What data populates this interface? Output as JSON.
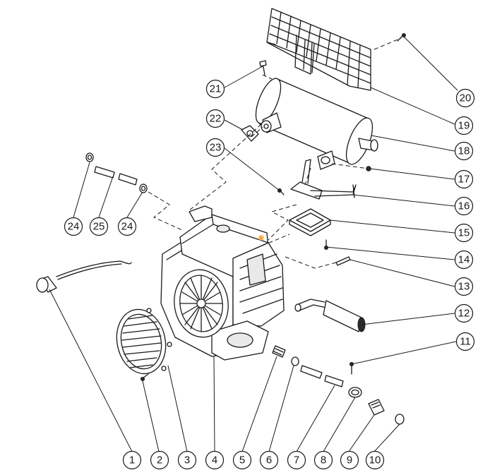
{
  "callouts": [
    {
      "n": "1"
    },
    {
      "n": "2"
    },
    {
      "n": "3"
    },
    {
      "n": "4"
    },
    {
      "n": "5"
    },
    {
      "n": "6"
    },
    {
      "n": "7"
    },
    {
      "n": "8"
    },
    {
      "n": "9"
    },
    {
      "n": "10"
    },
    {
      "n": "11"
    },
    {
      "n": "12"
    },
    {
      "n": "13"
    },
    {
      "n": "14"
    },
    {
      "n": "15"
    },
    {
      "n": "16"
    },
    {
      "n": "17"
    },
    {
      "n": "18"
    },
    {
      "n": "19"
    },
    {
      "n": "20"
    },
    {
      "n": "21"
    },
    {
      "n": "22"
    },
    {
      "n": "23"
    },
    {
      "n": "24"
    },
    {
      "n": "25"
    },
    {
      "n": "24"
    }
  ],
  "colors": {
    "line": "#1a1a1a",
    "background": "#ffffff",
    "marker": "#f2a93b"
  }
}
